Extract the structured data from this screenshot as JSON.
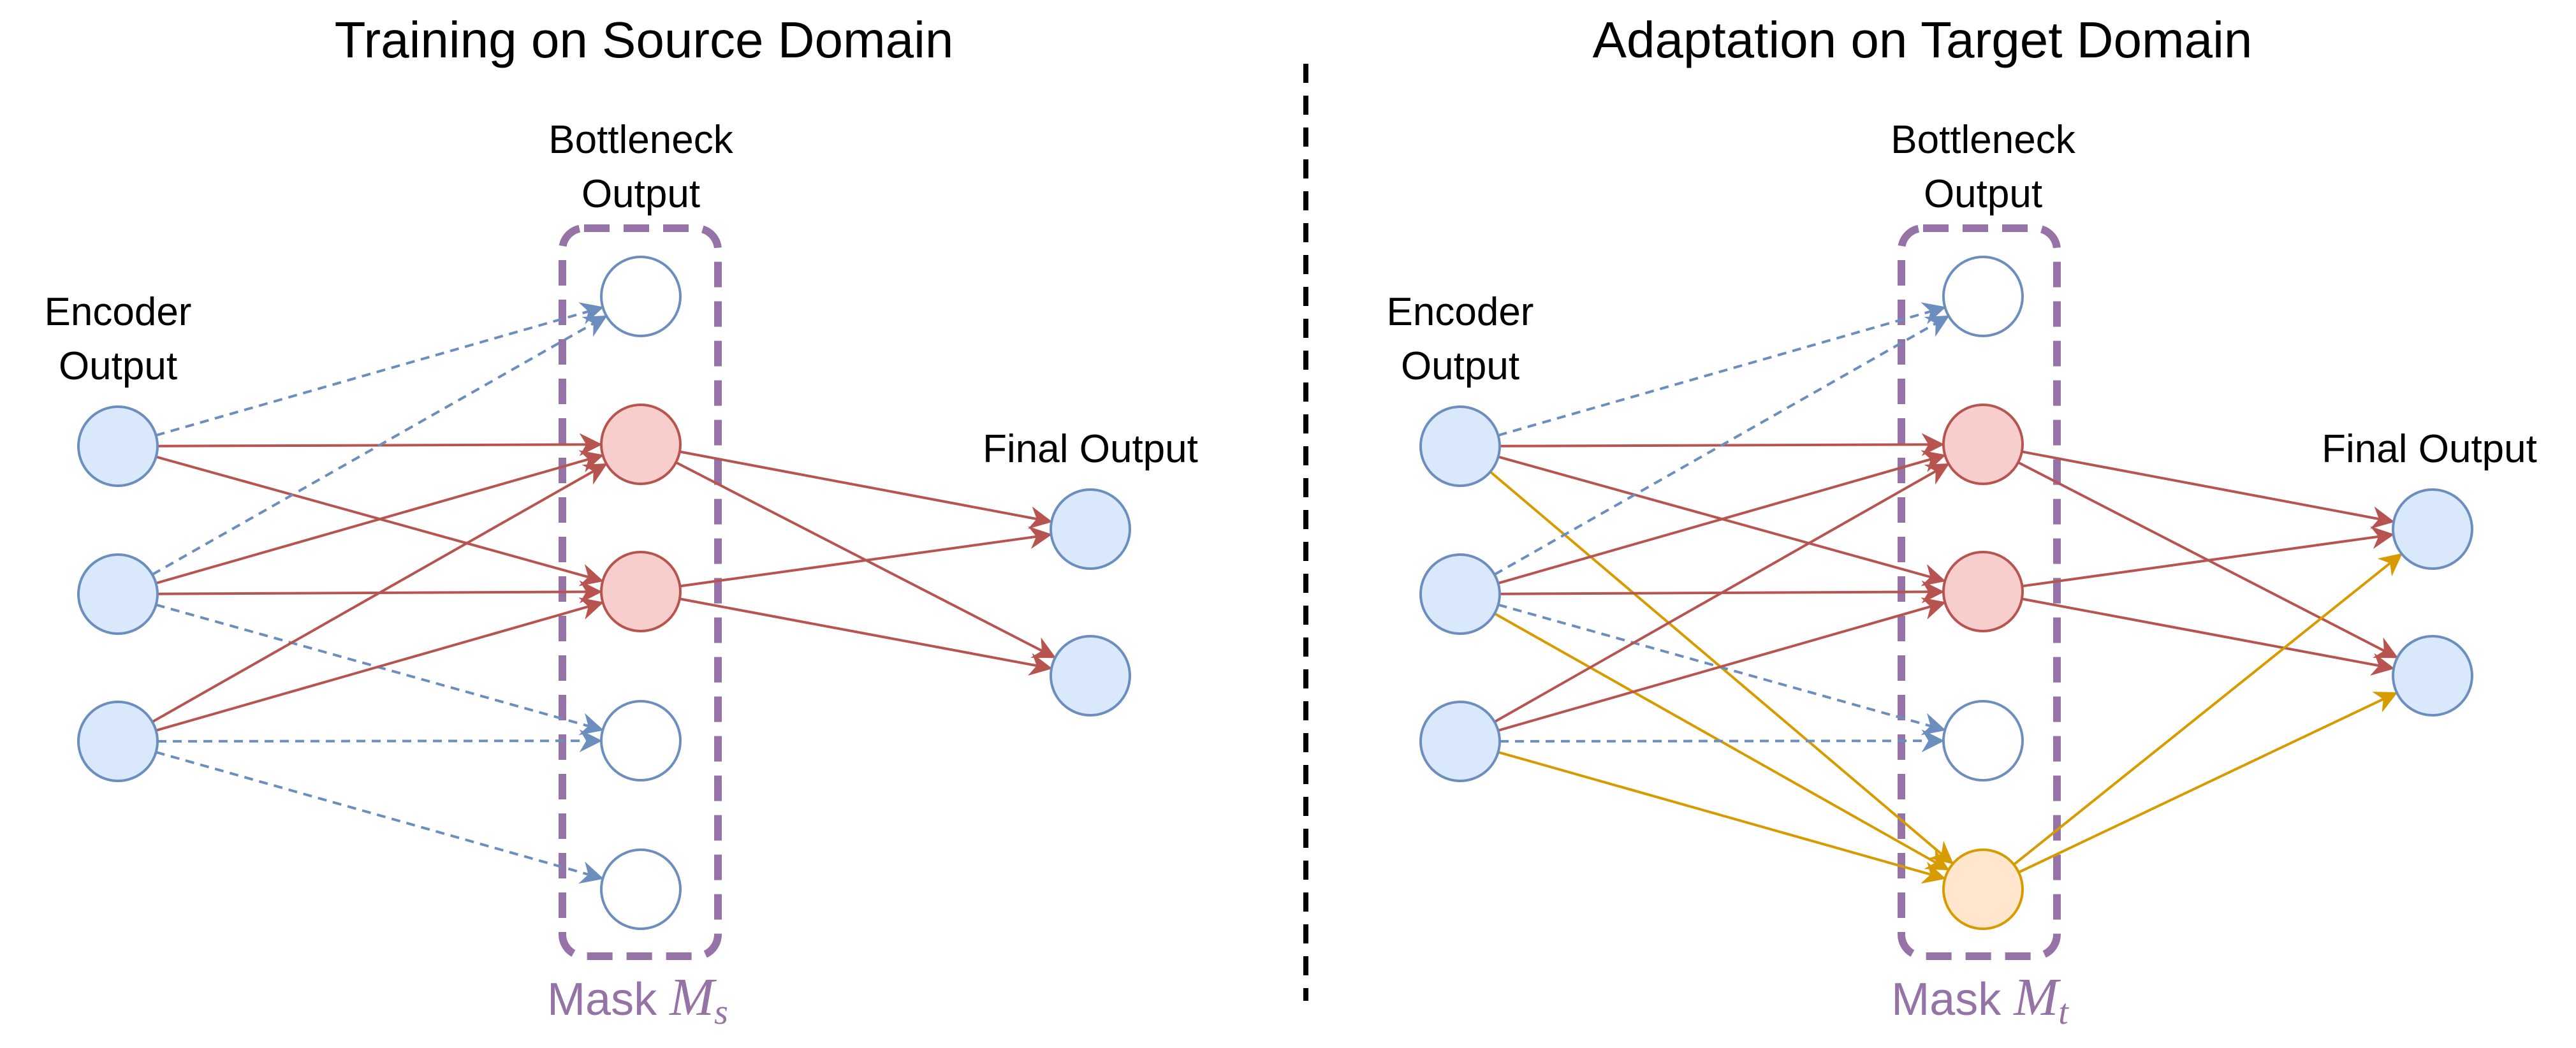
{
  "colors": {
    "node_input_fill": "#dae8fc",
    "node_input_stroke": "#6c8ebf",
    "node_empty_fill": "#ffffff",
    "node_active_fill": "#f8cecc",
    "node_active_stroke": "#b85450",
    "node_new_fill": "#ffe6cc",
    "node_new_stroke": "#d79b00",
    "edge_active": "#b85450",
    "edge_inactive": "#6c8ebf",
    "edge_new": "#d79b00",
    "mask": "#9673a6",
    "divider": "#000000"
  },
  "panels": [
    {
      "title": "Training on Source Domain",
      "encoder_label_line1": "Encoder",
      "encoder_label_line2": "Output",
      "bottleneck_label_line1": "Bottleneck",
      "bottleneck_label_line2": "Output",
      "final_label": "Final Output",
      "mask_label": "Mask",
      "mask_symbol": "M",
      "mask_subscript": "s",
      "bottleneck_states": [
        "empty",
        "active",
        "active",
        "empty",
        "empty"
      ],
      "edges": [
        {
          "from": "enc-0",
          "to": "bn-0",
          "style": "inactive"
        },
        {
          "from": "enc-0",
          "to": "bn-1",
          "style": "active"
        },
        {
          "from": "enc-0",
          "to": "bn-2",
          "style": "active"
        },
        {
          "from": "enc-1",
          "to": "bn-0",
          "style": "inactive"
        },
        {
          "from": "enc-1",
          "to": "bn-1",
          "style": "active"
        },
        {
          "from": "enc-1",
          "to": "bn-2",
          "style": "active"
        },
        {
          "from": "enc-1",
          "to": "bn-3",
          "style": "inactive"
        },
        {
          "from": "enc-2",
          "to": "bn-1",
          "style": "active"
        },
        {
          "from": "enc-2",
          "to": "bn-2",
          "style": "active"
        },
        {
          "from": "enc-2",
          "to": "bn-3",
          "style": "inactive"
        },
        {
          "from": "enc-2",
          "to": "bn-4",
          "style": "inactive"
        },
        {
          "from": "bn-1",
          "to": "out-0",
          "style": "active"
        },
        {
          "from": "bn-1",
          "to": "out-1",
          "style": "active"
        },
        {
          "from": "bn-2",
          "to": "out-0",
          "style": "active"
        },
        {
          "from": "bn-2",
          "to": "out-1",
          "style": "active"
        }
      ]
    },
    {
      "title": "Adaptation on Target Domain",
      "encoder_label_line1": "Encoder",
      "encoder_label_line2": "Output",
      "bottleneck_label_line1": "Bottleneck",
      "bottleneck_label_line2": "Output",
      "final_label": "Final Output",
      "mask_label": "Mask",
      "mask_symbol": "M",
      "mask_subscript": "t",
      "bottleneck_states": [
        "empty",
        "active",
        "active",
        "empty",
        "new"
      ],
      "edges": [
        {
          "from": "enc-0",
          "to": "bn-0",
          "style": "inactive"
        },
        {
          "from": "enc-0",
          "to": "bn-1",
          "style": "active"
        },
        {
          "from": "enc-0",
          "to": "bn-2",
          "style": "active"
        },
        {
          "from": "enc-0",
          "to": "bn-4",
          "style": "new"
        },
        {
          "from": "enc-1",
          "to": "bn-0",
          "style": "inactive"
        },
        {
          "from": "enc-1",
          "to": "bn-1",
          "style": "active"
        },
        {
          "from": "enc-1",
          "to": "bn-2",
          "style": "active"
        },
        {
          "from": "enc-1",
          "to": "bn-3",
          "style": "inactive"
        },
        {
          "from": "enc-1",
          "to": "bn-4",
          "style": "new"
        },
        {
          "from": "enc-2",
          "to": "bn-1",
          "style": "active"
        },
        {
          "from": "enc-2",
          "to": "bn-2",
          "style": "active"
        },
        {
          "from": "enc-2",
          "to": "bn-3",
          "style": "inactive"
        },
        {
          "from": "enc-2",
          "to": "bn-4",
          "style": "new"
        },
        {
          "from": "bn-1",
          "to": "out-0",
          "style": "active"
        },
        {
          "from": "bn-1",
          "to": "out-1",
          "style": "active"
        },
        {
          "from": "bn-2",
          "to": "out-0",
          "style": "active"
        },
        {
          "from": "bn-2",
          "to": "out-1",
          "style": "active"
        },
        {
          "from": "bn-4",
          "to": "out-0",
          "style": "new"
        },
        {
          "from": "bn-4",
          "to": "out-1",
          "style": "new"
        }
      ]
    }
  ]
}
